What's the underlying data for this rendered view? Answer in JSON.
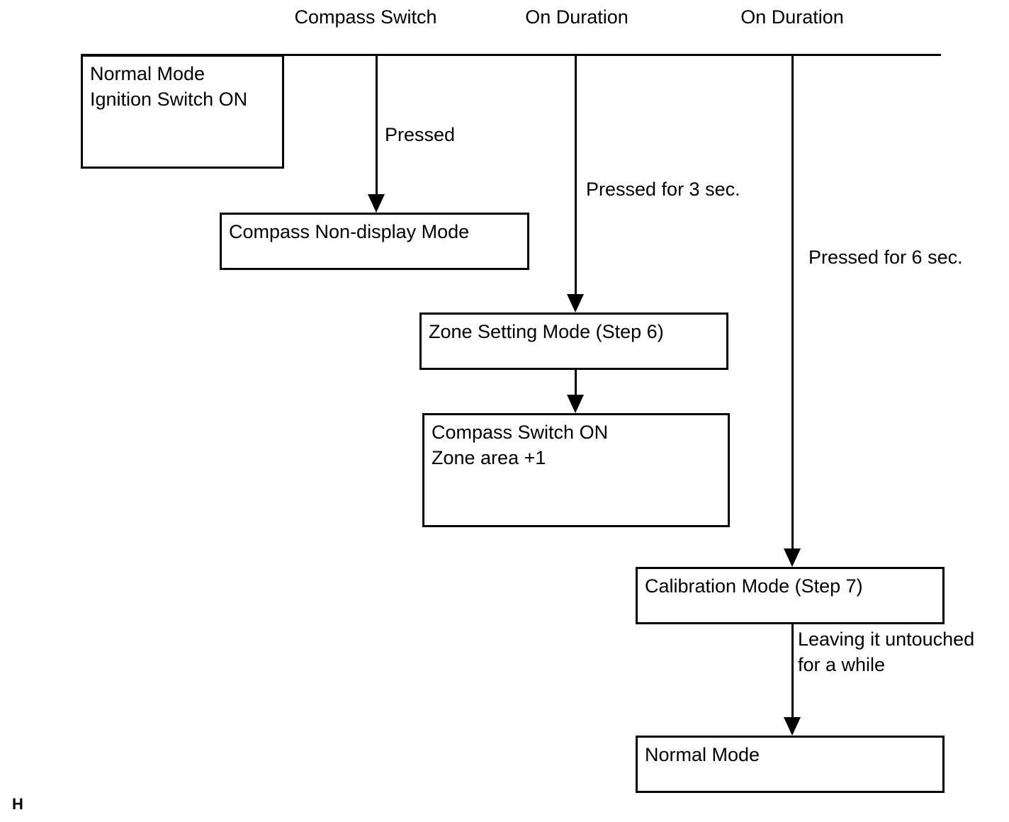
{
  "diagram": {
    "title_mark": "H",
    "column_headers": [
      {
        "label": "Compass Switch"
      },
      {
        "label": "On Duration"
      },
      {
        "label": "On Duration"
      }
    ],
    "nodes": [
      {
        "id": "normal-mode-ignition",
        "lines": [
          "Normal Mode",
          "Ignition Switch ON"
        ]
      },
      {
        "id": "compass-non-display-mode",
        "lines": [
          "Compass Non-display Mode"
        ]
      },
      {
        "id": "zone-setting-mode",
        "lines": [
          "Zone Setting Mode (Step 6)"
        ]
      },
      {
        "id": "compass-switch-on-zone-area",
        "lines": [
          "Compass Switch ON",
          "Zone area +1"
        ]
      },
      {
        "id": "calibration-mode",
        "lines": [
          "Calibration Mode (Step 7)"
        ]
      },
      {
        "id": "normal-mode-end",
        "lines": [
          "Normal Mode"
        ]
      }
    ],
    "edge_labels": [
      {
        "id": "pressed",
        "lines": [
          "Pressed"
        ]
      },
      {
        "id": "pressed-3-sec",
        "lines": [
          "Pressed for 3 sec."
        ]
      },
      {
        "id": "pressed-6-sec",
        "lines": [
          "Pressed for 6 sec."
        ]
      },
      {
        "id": "leaving-untouched",
        "lines": [
          "Leaving it untouched",
          "for a while"
        ]
      }
    ],
    "colors": {
      "stroke": "#000000",
      "background": "#ffffff",
      "text": "#000000"
    }
  }
}
